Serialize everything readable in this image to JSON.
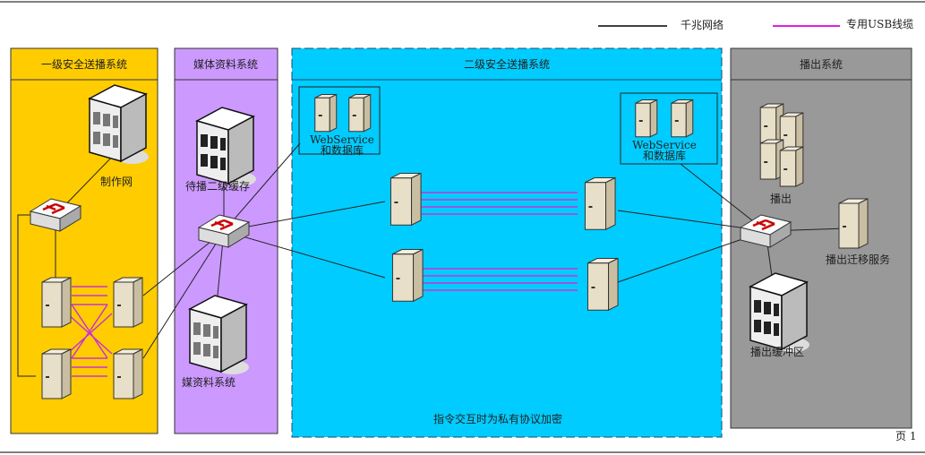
{
  "legend": {
    "gigabit_label": "千兆网络",
    "usb_label": "专用USB线缆",
    "gigabit_color": "#000000",
    "usb_color": "#e020e0"
  },
  "zones": {
    "level1": {
      "title": "一级安全送播系统",
      "color": "#ffcc00"
    },
    "media": {
      "title": "媒体资料系统",
      "color": "#cc99ff"
    },
    "level2": {
      "title": "二级安全送播系统",
      "color": "#00ccff"
    },
    "playout": {
      "title": "播出系统",
      "color": "#999999"
    }
  },
  "labels": {
    "production_net": "制作网",
    "cache": "待播二级缓存",
    "media_system": "媒资料系统",
    "ws_left_1": "WebService",
    "ws_left_2": "和数据库",
    "ws_right_1": "WebService",
    "ws_right_2": "和数据库",
    "playout": "播出",
    "migration": "播出迁移服务",
    "buffer": "播出缓冲区",
    "protocol_note": "指令交互时为私有协议加密"
  },
  "page": "页 1"
}
